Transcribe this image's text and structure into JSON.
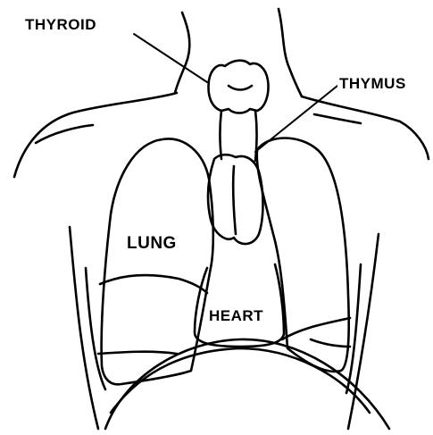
{
  "labels": {
    "thyroid": "THYROID",
    "thymus": "THYMUS",
    "lung": "LUNG",
    "heart": "HEART"
  },
  "colors": {
    "ink": "#000000",
    "paper": "#ffffff"
  }
}
